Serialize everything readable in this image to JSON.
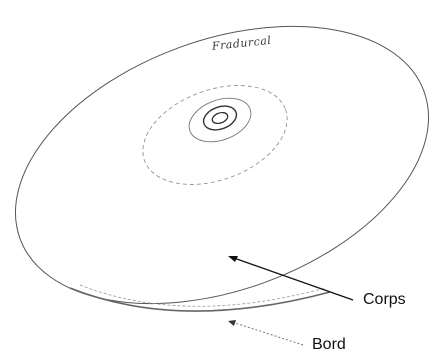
{
  "disc": {
    "print_text": "Fradurcal"
  },
  "labels": {
    "corps": "Corps",
    "bord": "Bord"
  }
}
